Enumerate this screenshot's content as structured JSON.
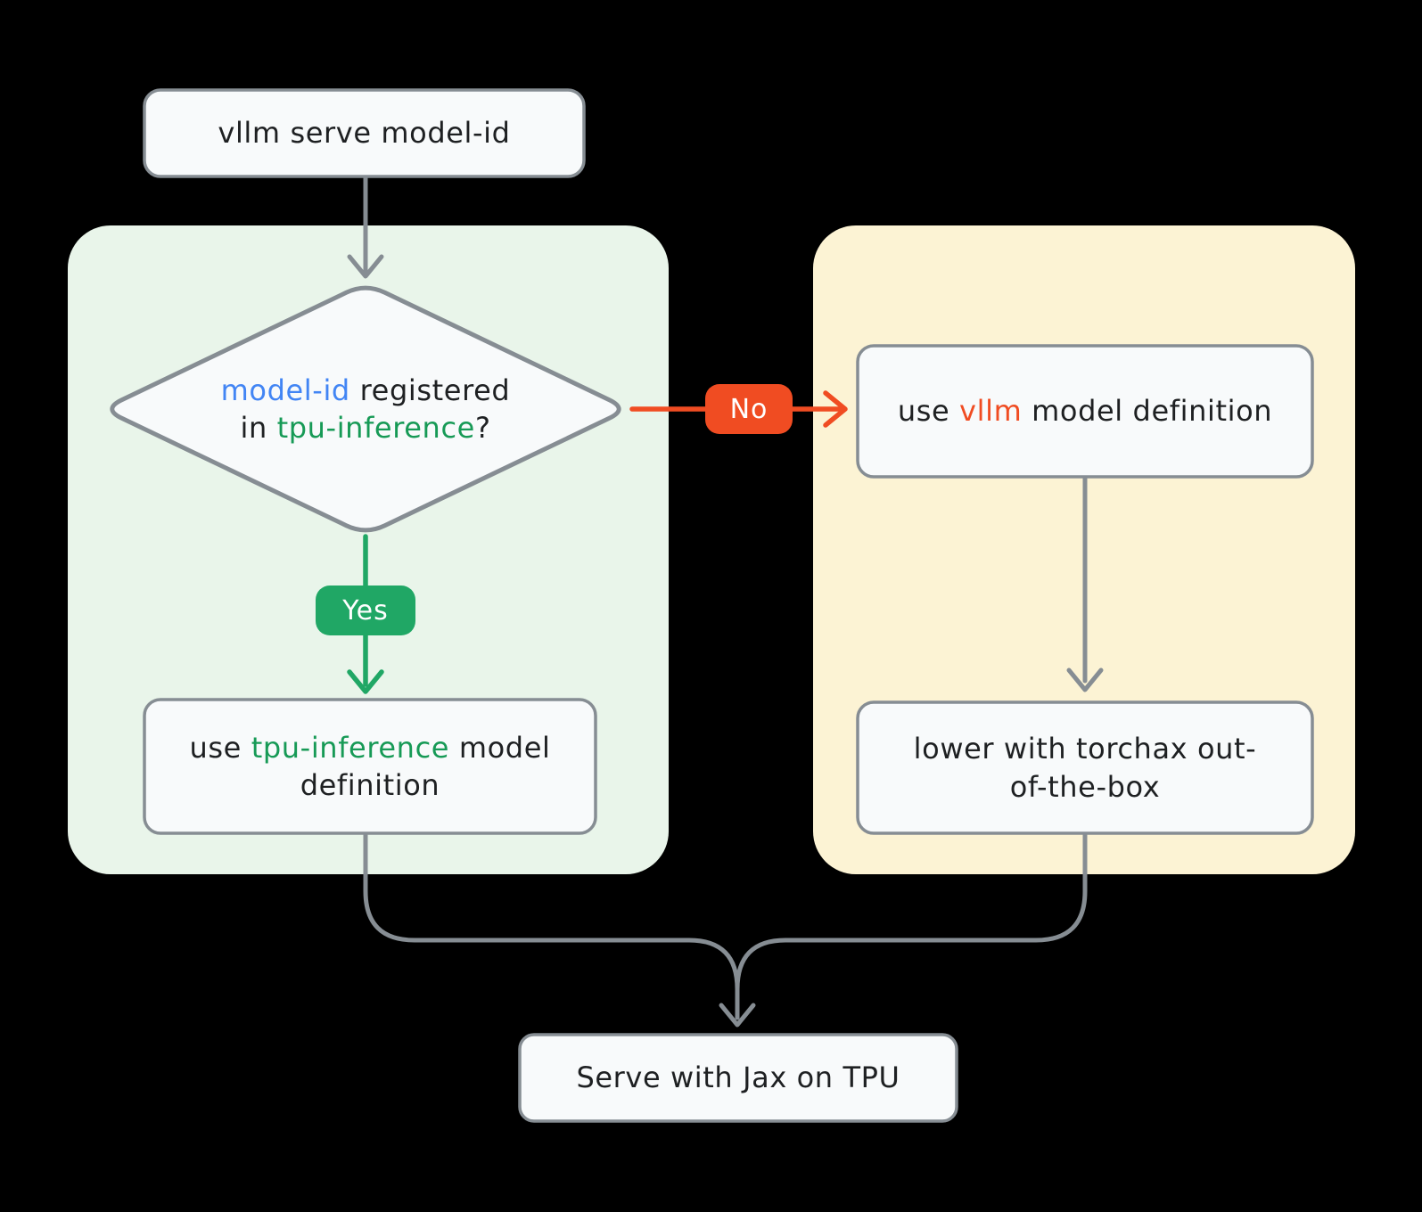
{
  "colors": {
    "background": "#000000",
    "panel_yes": "#e9f5ea",
    "panel_no": "#fcf3d4",
    "node_fill": "#f8fafb",
    "node_border": "#868d93",
    "arrow_gray": "#868d93",
    "green": "#20a765",
    "green_text": "#179a56",
    "orange": "#f04c22",
    "blue": "#4285f4",
    "text": "#1e2022",
    "badge_text": "#ffffff"
  },
  "nodes": {
    "start": {
      "label": "vllm serve model-id"
    },
    "decision": {
      "l1a": "model-id",
      "l1b": " registered",
      "l2a": "in ",
      "l2b": "tpu-inference",
      "l2c": "?"
    },
    "result_yes": {
      "a": "use ",
      "b": "tpu-inference",
      "c": " model definition"
    },
    "result_no": {
      "a": "use ",
      "b": "vllm",
      "c": " model definition"
    },
    "lower": {
      "label": "lower with torchax out-of-the-box"
    },
    "final": {
      "label": "Serve with Jax on TPU"
    }
  },
  "edges": {
    "yes": "Yes",
    "no": "No"
  }
}
